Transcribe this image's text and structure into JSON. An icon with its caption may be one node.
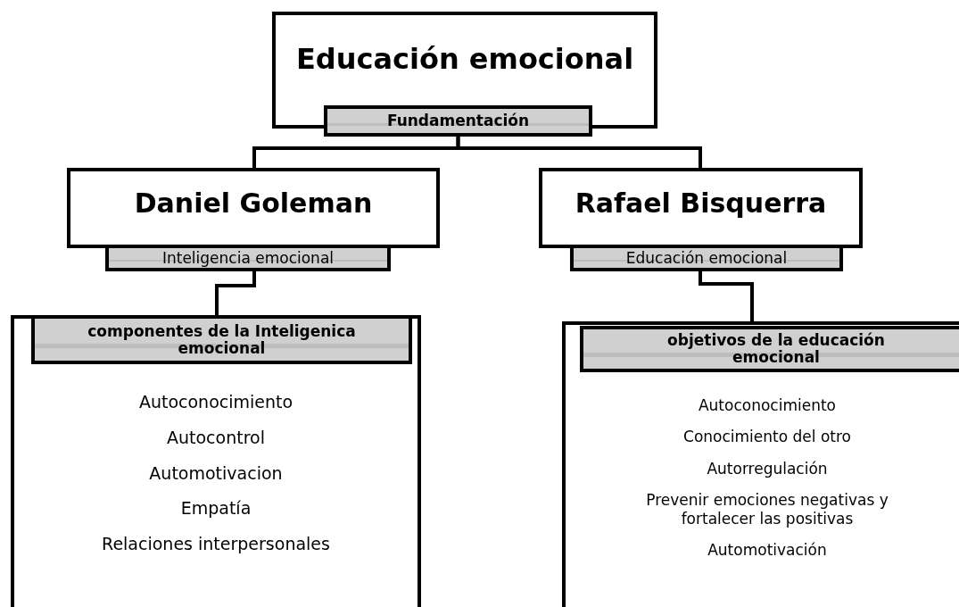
{
  "diagram": {
    "nodes": [
      {
        "text": [
          "Educación emocional"
        ]
      },
      {
        "text": [
          "Fundamentación"
        ]
      },
      {
        "text": [
          "Daniel Goleman"
        ]
      },
      {
        "text": [
          "Inteligencia emocional"
        ]
      },
      {
        "text": [
          "Rafael Bisquerra"
        ]
      },
      {
        "text": [
          "Educación emocional"
        ]
      },
      {
        "text": [
          "Autoconocimiento",
          "Autocontrol",
          "Automotivacion",
          "Empatía",
          "Relaciones interpersonales"
        ]
      },
      {
        "text": [
          "componentes de la Inteligenica emocional"
        ],
        "in": 6
      },
      {
        "text": [
          "Autoconocimiento",
          "Conocimiento del otro",
          "Autorregulación",
          "Prevenir emociones negativas y fortalecer las positivas",
          "Automotivación"
        ]
      },
      {
        "text": [
          "objetivos de la educación emocional"
        ],
        "in": 8
      }
    ],
    "edges": [
      {
        "from": 1,
        "to": 2,
        "arrow": "none"
      },
      {
        "from": 1,
        "to": 4,
        "arrow": "none"
      },
      {
        "from": 3,
        "to": 6,
        "arrow": "none"
      },
      {
        "from": 5,
        "to": 8,
        "arrow": "none"
      }
    ]
  }
}
